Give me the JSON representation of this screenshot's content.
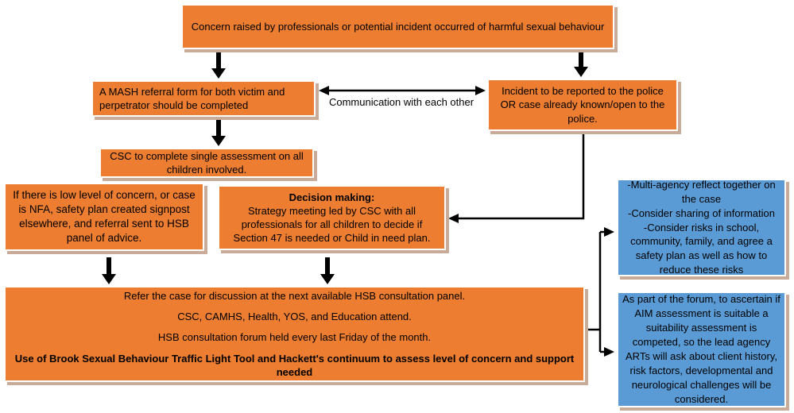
{
  "colors": {
    "orange": "#ED7D31",
    "blue": "#5B9BD5",
    "shadow": "#C8AC99",
    "text": "#000000",
    "arrow": "#000000",
    "background": "#FFFFFF"
  },
  "boxes": {
    "concern": {
      "text": "Concern raised by professionals or potential incident occurred of harmful sexual behaviour"
    },
    "mash": {
      "text": "A MASH referral form for both victim and perpetrator should be completed"
    },
    "police": {
      "text": "Incident to be reported to the police OR case already known/open to the police."
    },
    "csc": {
      "text": "CSC to complete single assessment on all children involved."
    },
    "low_concern": {
      "text": "If there is low level of concern, or case is NFA, safety plan created signpost elsewhere, and referral sent to HSB panel of advice."
    },
    "decision": {
      "heading": "Decision making:",
      "text": "Strategy meeting led by CSC with all professionals for all children to decide if Section 47 is needed or Child in need plan."
    },
    "panel": {
      "lines": [
        "Refer the case for discussion at the next available HSB consultation panel.",
        "CSC, CAMHS, Health, YOS, and Education attend.",
        "HSB consultation forum held every last Friday of the month."
      ],
      "bold_line": "Use of Brook Sexual Behaviour Traffic Light Tool and Hackett's continuum to assess level of concern and support needed"
    },
    "multi_agency": {
      "text": "-Multi-agency reflect together on the case\n-Consider sharing of information\n-Consider risks in school, community, family, and agree a safety plan as well as how to reduce these risks"
    },
    "aim_forum": {
      "text": "As part of the forum, to ascertain if AIM assessment is suitable a suitability assessment is competed, so the lead agency ARTs will ask about client history, risk factors, developmental and neurological challenges will be considered."
    }
  },
  "labels": {
    "communication": "Communication with each other"
  }
}
